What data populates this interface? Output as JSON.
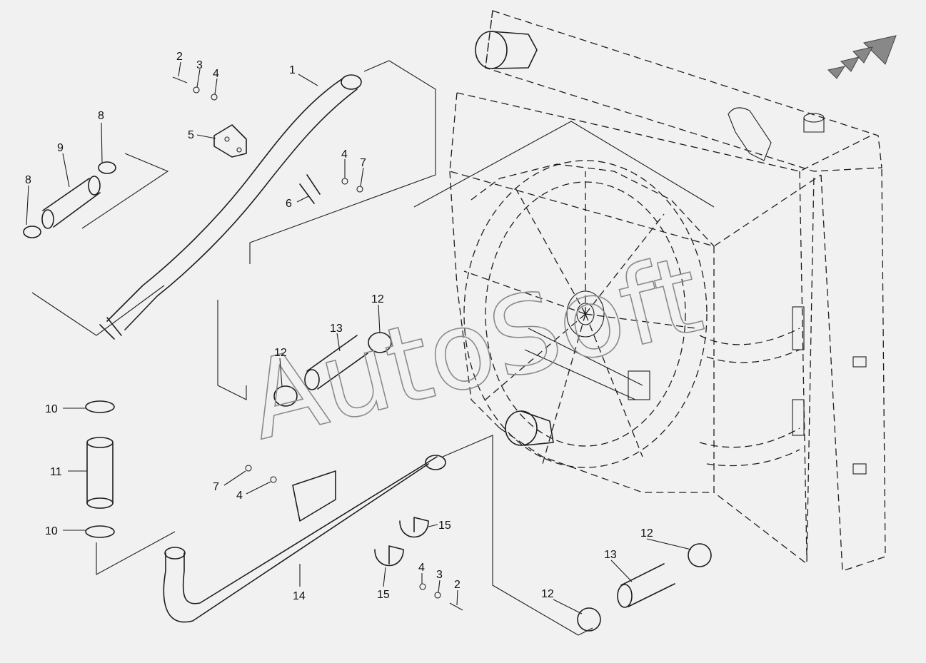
{
  "watermark": "AutoSoft",
  "callouts": [
    {
      "id": "c1",
      "label": "1"
    },
    {
      "id": "c2a",
      "label": "2"
    },
    {
      "id": "c3a",
      "label": "3"
    },
    {
      "id": "c4a",
      "label": "4"
    },
    {
      "id": "c5",
      "label": "5"
    },
    {
      "id": "c6",
      "label": "6"
    },
    {
      "id": "c4b",
      "label": "4"
    },
    {
      "id": "c7a",
      "label": "7"
    },
    {
      "id": "c8a",
      "label": "8"
    },
    {
      "id": "c9",
      "label": "9"
    },
    {
      "id": "c8b",
      "label": "8"
    },
    {
      "id": "c12a",
      "label": "12"
    },
    {
      "id": "c13a",
      "label": "13"
    },
    {
      "id": "c12b",
      "label": "12"
    },
    {
      "id": "c10a",
      "label": "10"
    },
    {
      "id": "c11",
      "label": "11"
    },
    {
      "id": "c10b",
      "label": "10"
    },
    {
      "id": "c7b",
      "label": "7"
    },
    {
      "id": "c4c",
      "label": "4"
    },
    {
      "id": "c15a",
      "label": "15"
    },
    {
      "id": "c15b",
      "label": "15"
    },
    {
      "id": "c4d",
      "label": "4"
    },
    {
      "id": "c3b",
      "label": "3"
    },
    {
      "id": "c2b",
      "label": "2"
    },
    {
      "id": "c14",
      "label": "14"
    },
    {
      "id": "c12c",
      "label": "12"
    },
    {
      "id": "c13b",
      "label": "13"
    },
    {
      "id": "c12d",
      "label": "12"
    }
  ],
  "icons": {
    "direction_arrow": "forward-direction-arrow-icon"
  }
}
